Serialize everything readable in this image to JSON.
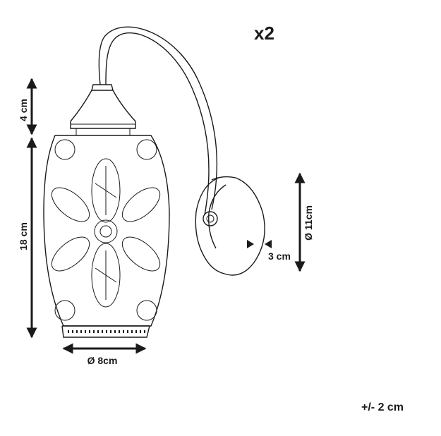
{
  "figure": {
    "quantity": "x2",
    "tolerance": "+/- 2 cm"
  },
  "dimensions": {
    "cap_height": "4 cm",
    "shade_height": "18 cm",
    "shade_diameter": "Ø 8cm",
    "backplate_diameter": "Ø 11cm",
    "backplate_depth": "3 cm"
  }
}
